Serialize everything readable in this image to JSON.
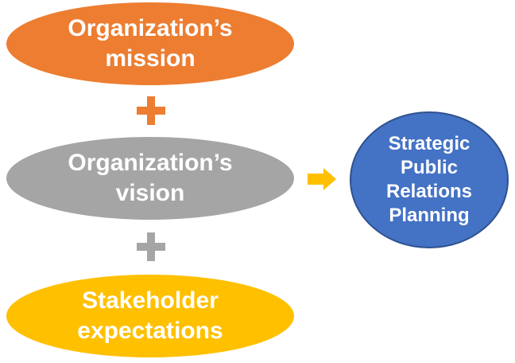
{
  "nodes": {
    "mission": {
      "lines": [
        "Organization’s",
        "mission"
      ],
      "color": "#ed7d31"
    },
    "vision": {
      "lines": [
        "Organization’s",
        "vision"
      ],
      "color": "#a5a5a5"
    },
    "stakeholder": {
      "lines": [
        "Stakeholder",
        "expectations"
      ],
      "color": "#ffc000"
    },
    "planning": {
      "lines": [
        "Strategic",
        "Public",
        "Relations",
        "Planning"
      ],
      "color": "#4472c4"
    }
  },
  "connectors": {
    "plus_1": {
      "icon": "plus-icon",
      "color": "#ed7d31"
    },
    "plus_2": {
      "icon": "plus-icon",
      "color": "#a5a5a5"
    },
    "arrow": {
      "icon": "arrow-right-icon",
      "color": "#ffc000"
    }
  }
}
